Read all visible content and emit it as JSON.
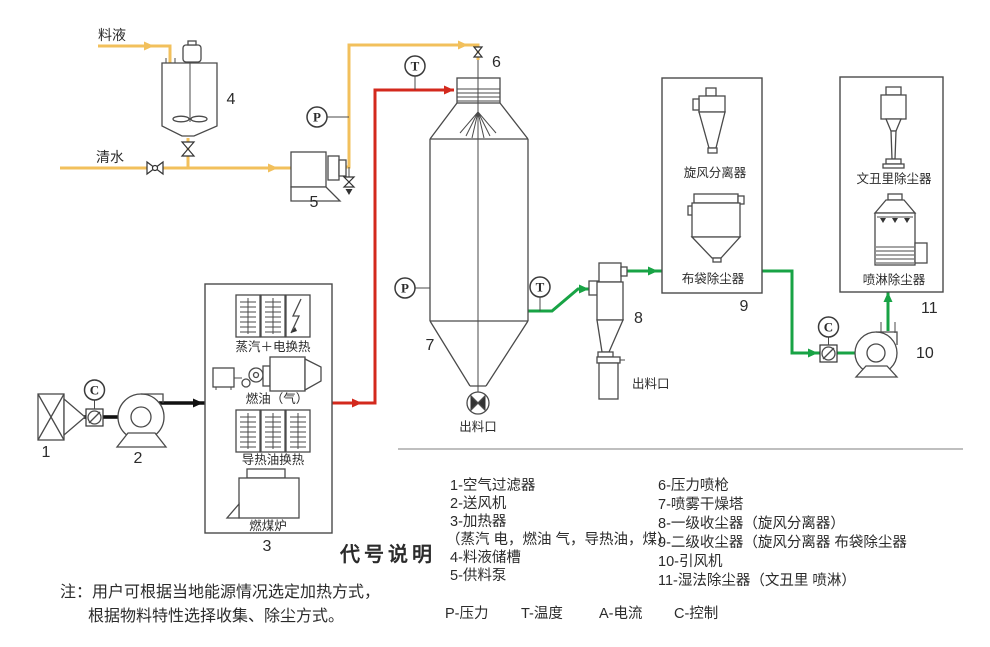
{
  "labels": {
    "feed_liquid": "料液",
    "clean_water": "清水",
    "tower_discharge": "出料口",
    "cyclone_discharge": "出料口",
    "heater_steam_electric": "蒸汽＋电换热",
    "heater_fuel_oil_gas": "燃油（气）",
    "heater_thermal_oil": "导热油换热",
    "heater_coal_furnace": "燃煤炉",
    "cyclone_separator": "旋风分离器",
    "bag_dust_collector": "布袋除尘器",
    "venturi_dust_collector": "文丑里除尘器",
    "spray_dust_collector": "喷淋除尘器"
  },
  "numbers": {
    "n1": "1",
    "n2": "2",
    "n3": "3",
    "n4": "4",
    "n5": "5",
    "n6": "6",
    "n7": "7",
    "n8": "8",
    "n9": "9",
    "n10": "10",
    "n11": "11"
  },
  "gauges": {
    "pressure": "P",
    "temperature": "T",
    "control": "C"
  },
  "legend": {
    "title": "代号说明",
    "left": [
      "1-空气过滤器",
      "2-送风机",
      "3-加热器",
      "（蒸汽 电，燃油 气，导热油，煤）",
      "4-料液储槽",
      "5-供料泵"
    ],
    "right": [
      "6-压力喷枪",
      "7-喷雾干燥塔",
      "8-一级收尘器（旋风分离器）",
      "9-二级收尘器（旋风分离器 布袋除尘器",
      "10-引风机",
      "11-湿法除尘器（文丑里 喷淋）"
    ],
    "abbrev": [
      "P-压力",
      "T-温度",
      "A-电流",
      "C-控制"
    ]
  },
  "note": {
    "line1": "注：用户可根据当地能源情况选定加热方式，",
    "line2": "根据物料特性选择收集、除尘方式。"
  },
  "colors": {
    "feed_line": "#F2C05C",
    "hot_air_line": "#D3291D",
    "exhaust_line": "#18A345",
    "air_line": "#111111"
  }
}
